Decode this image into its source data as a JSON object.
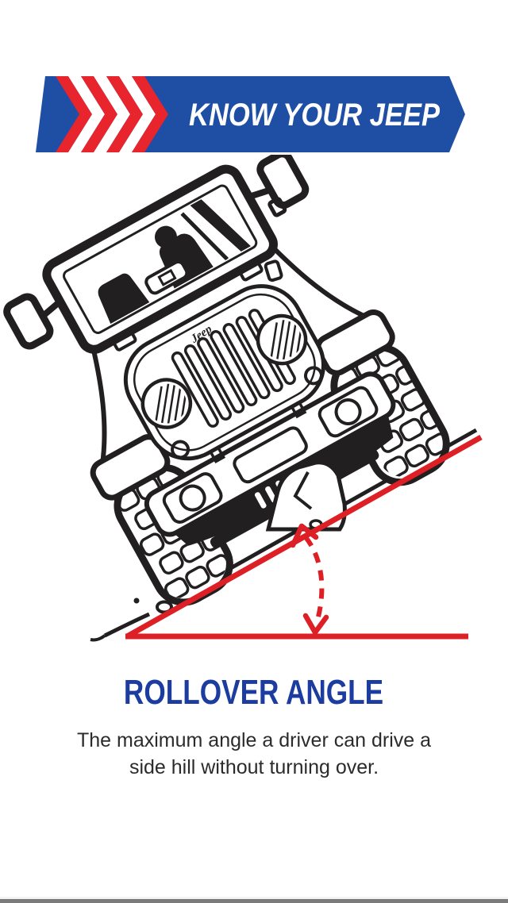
{
  "banner": {
    "label": "KNOW YOUR JEEP"
  },
  "illustration": {
    "vehicle_logo_text": "Jeep"
  },
  "title": "ROLLOVER ANGLE",
  "description": {
    "line1": "The maximum angle a driver can drive a",
    "line2": "side hill without turning over."
  },
  "colors": {
    "banner_blue": "#1e4fa5",
    "chevron_red": "#e8242c",
    "line_red": "#dd1f26",
    "title_blue": "#1c3ca0",
    "ink": "#221f20",
    "text_dark": "#2b2b2b",
    "progress_gray": "#7a7a7a"
  }
}
